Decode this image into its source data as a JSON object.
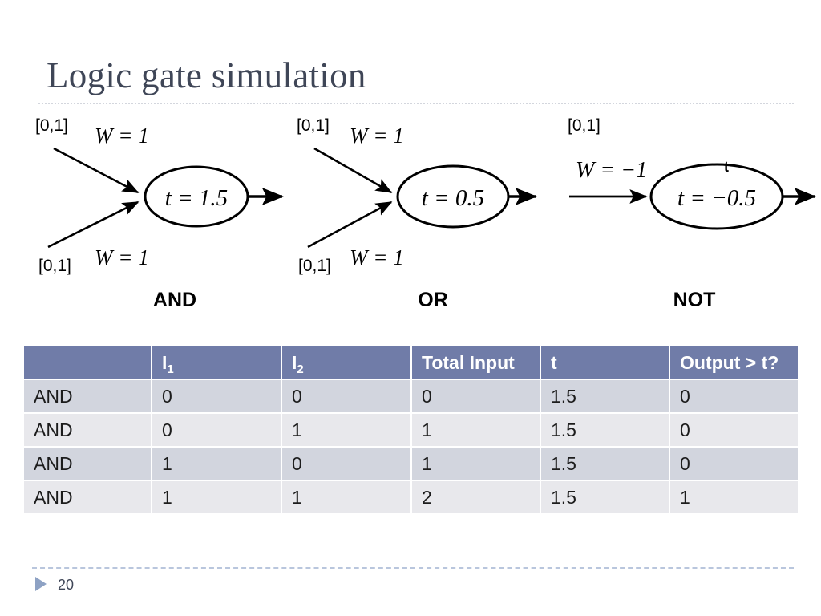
{
  "slide": {
    "title": "Logic gate simulation",
    "number": "20",
    "title_color": "#3f4657",
    "accent_color": "#707ca8"
  },
  "diagrams": {
    "gates": [
      {
        "id": "and",
        "caption": "AND",
        "threshold": "t = 1.5",
        "inputs": [
          {
            "range": "[0,1]",
            "weight": "W = 1"
          },
          {
            "range": "[0,1]",
            "weight": "W = 1"
          }
        ]
      },
      {
        "id": "or",
        "caption": "OR",
        "threshold": "t = 0.5",
        "inputs": [
          {
            "range": "[0,1]",
            "weight": "W = 1"
          },
          {
            "range": "[0,1]",
            "weight": "W = 1"
          }
        ]
      },
      {
        "id": "not",
        "caption": "NOT",
        "threshold": "t = −0.5",
        "extra_label": "t",
        "inputs": [
          {
            "range": "[0,1]",
            "weight": "W = −1"
          }
        ]
      }
    ]
  },
  "table": {
    "headers": [
      "",
      "I",
      "I",
      "Total Input",
      "t",
      "Output > t?"
    ],
    "header_subscripts": [
      "",
      "1",
      "2",
      "",
      "",
      ""
    ],
    "rows": [
      {
        "gate": "AND",
        "i1": "0",
        "i2": "0",
        "total": "0",
        "t": "1.5",
        "output": "0"
      },
      {
        "gate": "AND",
        "i1": "0",
        "i2": "1",
        "total": "1",
        "t": "1.5",
        "output": "0"
      },
      {
        "gate": "AND",
        "i1": "1",
        "i2": "0",
        "total": "1",
        "t": "1.5",
        "output": "0"
      },
      {
        "gate": "AND",
        "i1": "1",
        "i2": "1",
        "total": "2",
        "t": "1.5",
        "output": "1"
      }
    ],
    "header_bg": "#707ca8",
    "row_dark_bg": "#d2d5de",
    "row_light_bg": "#e8e8ec"
  }
}
